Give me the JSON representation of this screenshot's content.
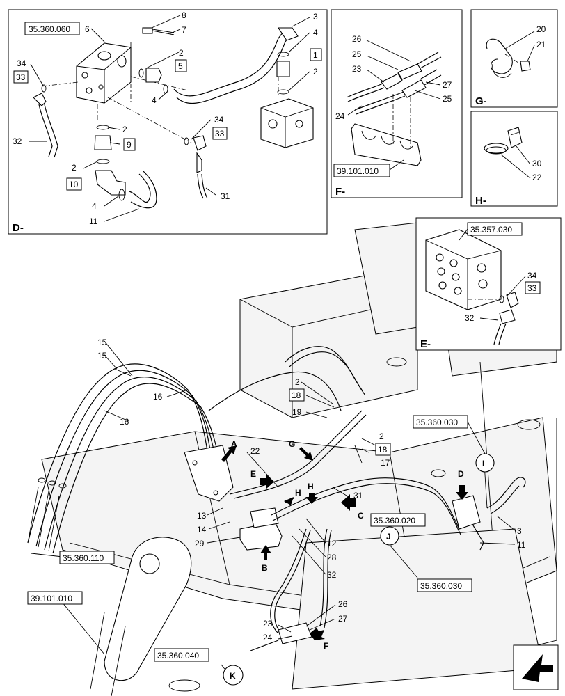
{
  "panel_d": {
    "letter": "D-",
    "ref": "35.360.060",
    "callouts": [
      "6",
      "8",
      "7",
      "3",
      "4",
      "2",
      "5",
      "1",
      "2",
      "34",
      "33",
      "4",
      "32",
      "2",
      "9",
      "2",
      "10",
      "4",
      "11",
      "34",
      "33",
      "31"
    ]
  },
  "panel_f": {
    "letter": "F-",
    "ref": "39.101.010",
    "callouts": [
      "26",
      "25",
      "23",
      "27",
      "25",
      "24"
    ]
  },
  "panel_g": {
    "letter": "G-",
    "callouts": [
      "20",
      "21"
    ]
  },
  "panel_h": {
    "letter": "H-",
    "callouts": [
      "30",
      "22"
    ]
  },
  "panel_e": {
    "letter": "E-",
    "ref": "35.357.030",
    "callouts": [
      "34",
      "33",
      "32"
    ]
  },
  "main": {
    "callouts": [
      "15",
      "15",
      "16",
      "16",
      "2",
      "18",
      "19",
      "22",
      "3",
      "2",
      "18",
      "17",
      "13",
      "14",
      "29",
      "12",
      "28",
      "32",
      "31",
      "11",
      "23",
      "24",
      "26",
      "27"
    ],
    "refs": [
      "35.360.030",
      "35.360.020",
      "35.360.110",
      "39.101.010",
      "35.360.030",
      "35.360.040"
    ],
    "arrows": [
      "A",
      "B",
      "C",
      "D",
      "E",
      "F",
      "G",
      "H",
      "H"
    ],
    "circles": [
      "I",
      "J",
      "K"
    ]
  }
}
